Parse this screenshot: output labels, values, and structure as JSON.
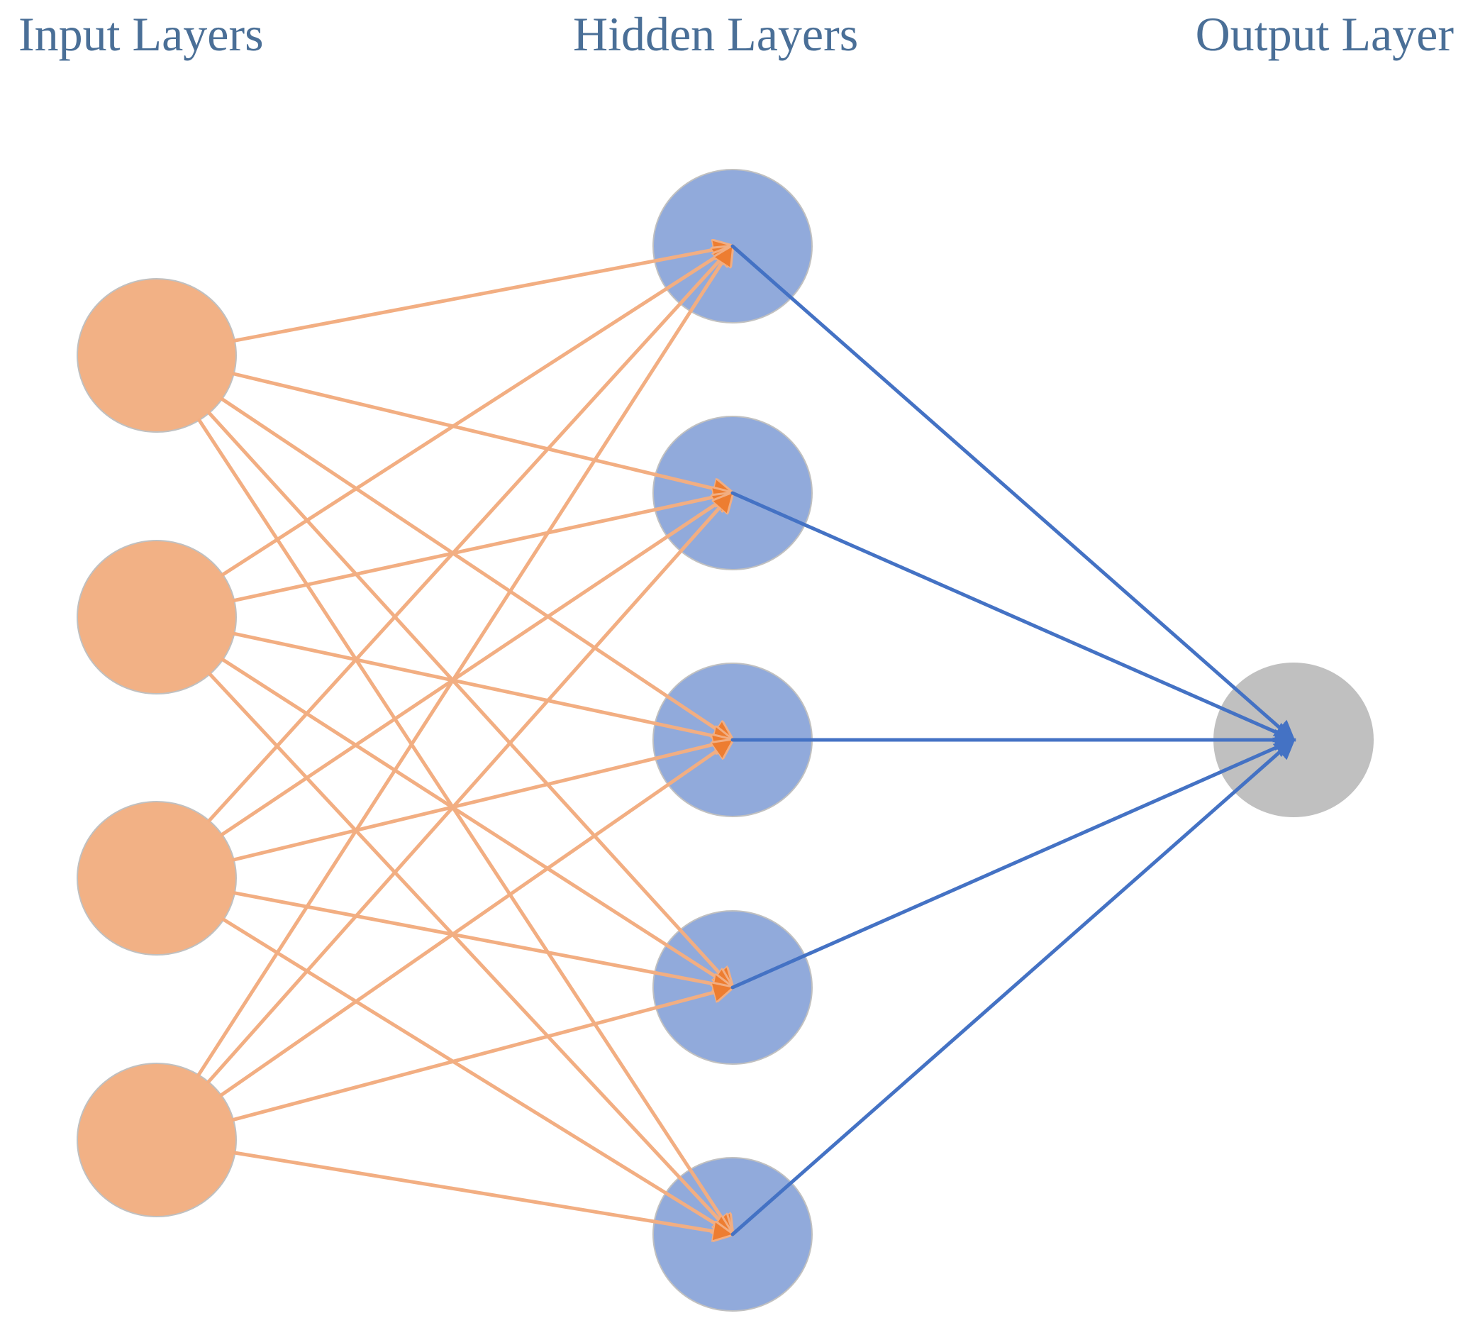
{
  "titles": {
    "input": "Input Layers",
    "hidden": "Hidden Layers",
    "output": "Output Layer"
  },
  "network": {
    "layers": [
      {
        "name": "input",
        "neuron_count": 4,
        "fill": "#f2b185"
      },
      {
        "name": "hidden",
        "neuron_count": 5,
        "fill": "#91aadb"
      },
      {
        "name": "output",
        "neuron_count": 1,
        "fill": "#c0c0c0"
      }
    ],
    "connections": [
      {
        "from": "input",
        "to": "hidden",
        "pattern": "fully-connected",
        "color": "#f2ae82",
        "arrowhead_color": "#ed7d31"
      },
      {
        "from": "hidden",
        "to": "output",
        "pattern": "fully-connected",
        "color": "#4472c4",
        "arrowhead_color": "#4472c4"
      }
    ],
    "node_border": "#c0c0c0",
    "title_color": "#4a6f97"
  }
}
